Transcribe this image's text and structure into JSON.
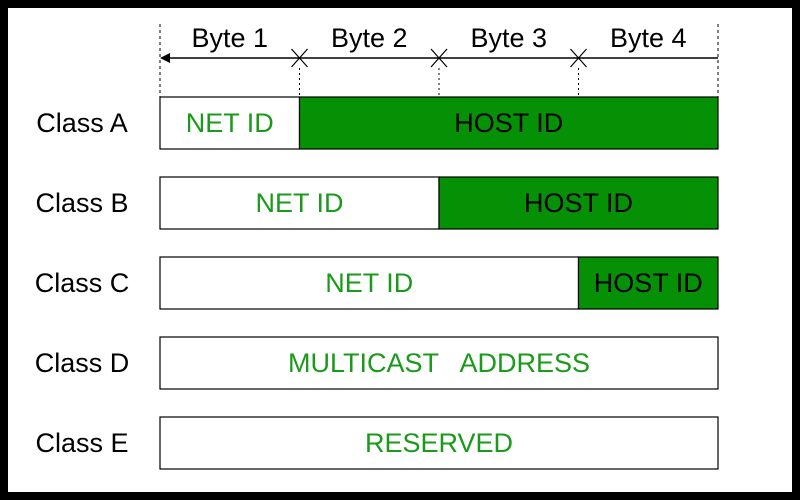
{
  "header": {
    "bytes": [
      "Byte 1",
      "Byte 2",
      "Byte 3",
      "Byte 4"
    ]
  },
  "colors": {
    "net_text": "#1a9a1a",
    "host_fill": "#069006",
    "host_text": "#000000",
    "border": "#000000",
    "page_border": "#000000"
  },
  "rows": [
    {
      "label": "Class A",
      "segments": [
        {
          "text": "NET ID",
          "kind": "net",
          "bytes": 1
        },
        {
          "text": "HOST ID",
          "kind": "host",
          "bytes": 3
        }
      ]
    },
    {
      "label": "Class B",
      "segments": [
        {
          "text": "NET ID",
          "kind": "net",
          "bytes": 2
        },
        {
          "text": "HOST ID",
          "kind": "host",
          "bytes": 2
        }
      ]
    },
    {
      "label": "Class C",
      "segments": [
        {
          "text": "NET ID",
          "kind": "net",
          "bytes": 3
        },
        {
          "text": "HOST ID",
          "kind": "host",
          "bytes": 1
        }
      ]
    },
    {
      "label": "Class D",
      "segments": [
        {
          "text": "MULTICAST   ADDRESS",
          "kind": "net",
          "bytes": 4
        }
      ]
    },
    {
      "label": "Class E",
      "segments": [
        {
          "text": "RESERVED",
          "kind": "net",
          "bytes": 4
        }
      ]
    }
  ]
}
